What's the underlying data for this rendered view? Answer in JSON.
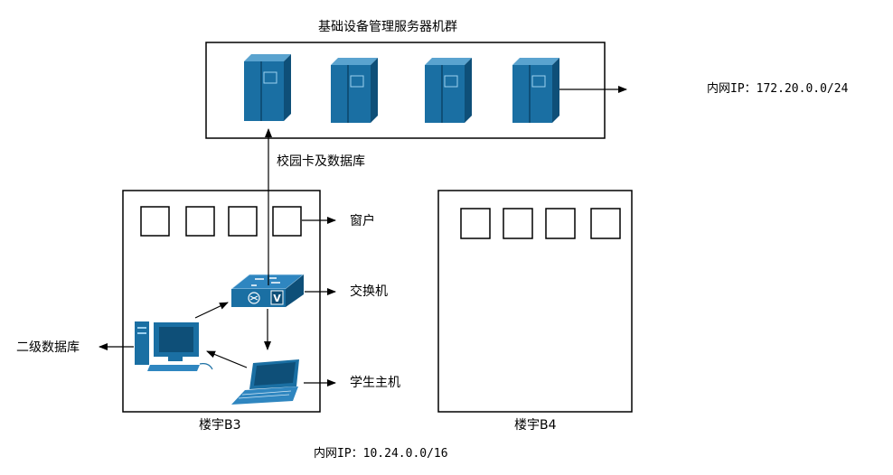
{
  "cluster": {
    "title": "基础设备管理服务器机群",
    "ip_label": "内网IP：172.20.0.0/24"
  },
  "links": {
    "card_db": "校园卡及数据库"
  },
  "building_b3": {
    "name": "楼宇B3",
    "window_label": "窗户",
    "switch_label": "交换机",
    "host_label": "学生主机",
    "secondary_db": "二级数据库"
  },
  "building_b4": {
    "name": "楼宇B4"
  },
  "network": {
    "ip_label": "内网IP：10.24.0.0/16"
  },
  "colors": {
    "server_blue": "#1a6fa3",
    "server_dark": "#0e4f78",
    "line": "#000000"
  }
}
